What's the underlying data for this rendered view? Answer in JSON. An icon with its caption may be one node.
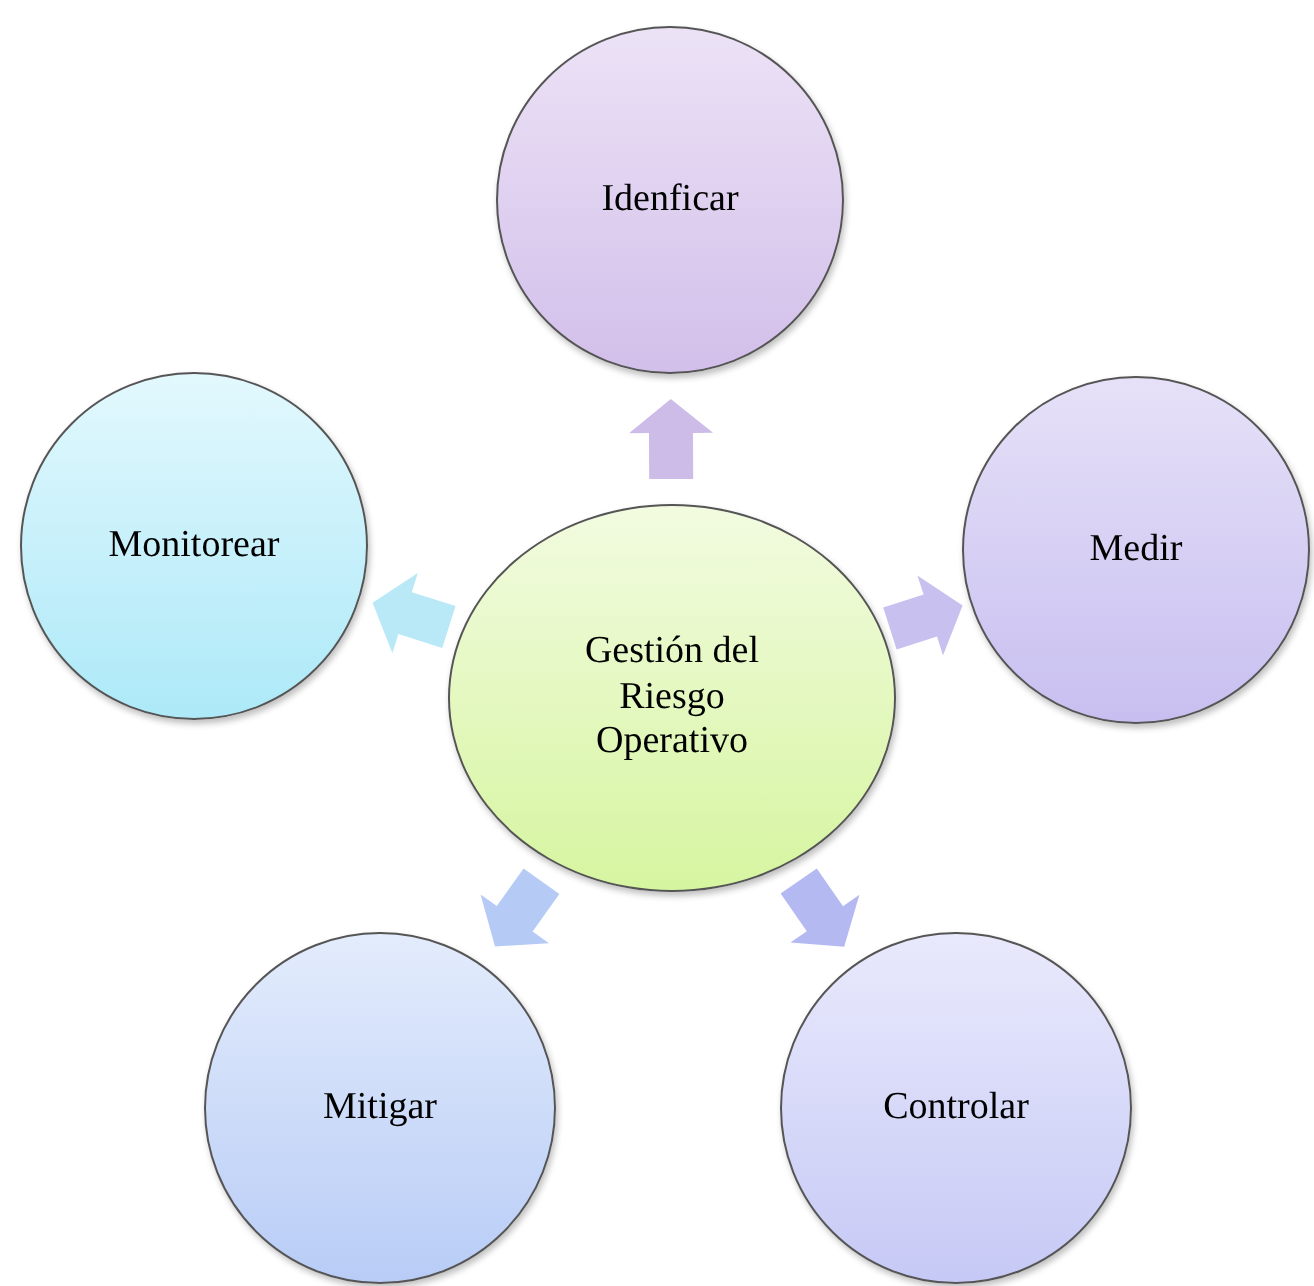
{
  "diagram": {
    "nodes": [
      {
        "text": [
          "Gestión del Riesgo Operativo"
        ]
      },
      {
        "text": [
          "Idenficar"
        ]
      },
      {
        "text": [
          "Medir"
        ]
      },
      {
        "text": [
          "Controlar"
        ]
      },
      {
        "text": [
          "Mitigar"
        ]
      },
      {
        "text": [
          "Monitorear"
        ]
      }
    ],
    "edges": [
      {
        "from": 0,
        "to": 1,
        "arrow": "to",
        "color": "#cdbbe8"
      },
      {
        "from": 0,
        "to": 2,
        "arrow": "to",
        "color": "#c8c0ef"
      },
      {
        "from": 0,
        "to": 3,
        "arrow": "to",
        "color": "#b5b9f2"
      },
      {
        "from": 0,
        "to": 4,
        "arrow": "to",
        "color": "#b5cbf5"
      },
      {
        "from": 0,
        "to": 5,
        "arrow": "to",
        "color": "#b9e9f7"
      }
    ]
  }
}
